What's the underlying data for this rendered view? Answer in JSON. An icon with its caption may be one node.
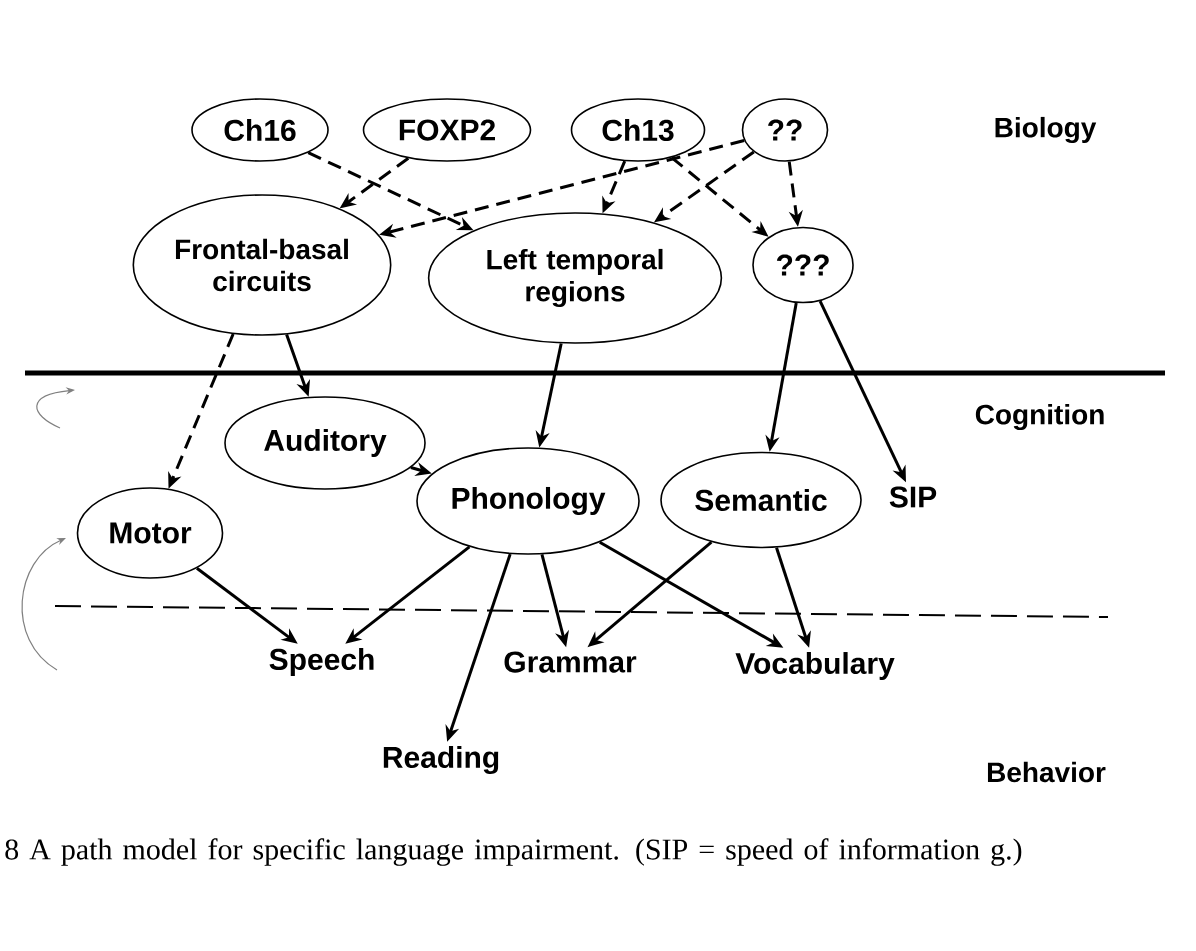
{
  "diagram": {
    "caption": "8 A path model for specific language impairment. (SIP = speed of information g.)",
    "nodes": [
      {
        "text": [
          "Ch16"
        ]
      },
      {
        "text": [
          "FOXP2"
        ]
      },
      {
        "text": [
          "Ch13"
        ]
      },
      {
        "text": [
          "??"
        ]
      },
      {
        "text": [
          "Frontal-basal circuits"
        ]
      },
      {
        "text": [
          "Left temporal regions"
        ]
      },
      {
        "text": [
          "???"
        ]
      },
      {
        "text": [
          "Auditory"
        ]
      },
      {
        "text": [
          "Motor"
        ]
      },
      {
        "text": [
          "Phonology"
        ]
      },
      {
        "text": [
          "Semantic"
        ]
      },
      {
        "text": [
          "SIP"
        ]
      },
      {
        "text": [
          "Speech"
        ]
      },
      {
        "text": [
          "Grammar"
        ]
      },
      {
        "text": [
          "Vocabulary"
        ]
      },
      {
        "text": [
          "Reading"
        ]
      }
    ],
    "edges": [
      {
        "from": 0,
        "to": 5,
        "arrow": "to",
        "style": "dashed"
      },
      {
        "from": 1,
        "to": 4,
        "arrow": "to",
        "style": "dashed"
      },
      {
        "from": 2,
        "to": 5,
        "arrow": "to",
        "style": "dashed"
      },
      {
        "from": 2,
        "to": 6,
        "arrow": "to",
        "style": "dashed"
      },
      {
        "from": 3,
        "to": 4,
        "arrow": "to",
        "style": "dashed"
      },
      {
        "from": 3,
        "to": 5,
        "arrow": "to",
        "style": "dashed"
      },
      {
        "from": 3,
        "to": 6,
        "arrow": "to",
        "style": "dashed"
      },
      {
        "from": 4,
        "to": 7,
        "arrow": "to"
      },
      {
        "from": 4,
        "to": 8,
        "arrow": "to",
        "style": "dashed"
      },
      {
        "from": 7,
        "to": 9,
        "arrow": "to",
        "style": "dashed"
      },
      {
        "from": 5,
        "to": 9,
        "arrow": "to"
      },
      {
        "from": 6,
        "to": 10,
        "arrow": "to"
      },
      {
        "from": 6,
        "to": 11,
        "arrow": "to"
      },
      {
        "from": 8,
        "to": 12,
        "arrow": "to"
      },
      {
        "from": 9,
        "to": 12,
        "arrow": "to"
      },
      {
        "from": 9,
        "to": 15,
        "arrow": "to"
      },
      {
        "from": 9,
        "to": 13,
        "arrow": "to"
      },
      {
        "from": 9,
        "to": 14,
        "arrow": "to"
      },
      {
        "from": 10,
        "to": 13,
        "arrow": "to"
      },
      {
        "from": 10,
        "to": 14,
        "arrow": "to"
      }
    ],
    "labels": [
      "Biology",
      "Cognition",
      "Behavior"
    ]
  }
}
